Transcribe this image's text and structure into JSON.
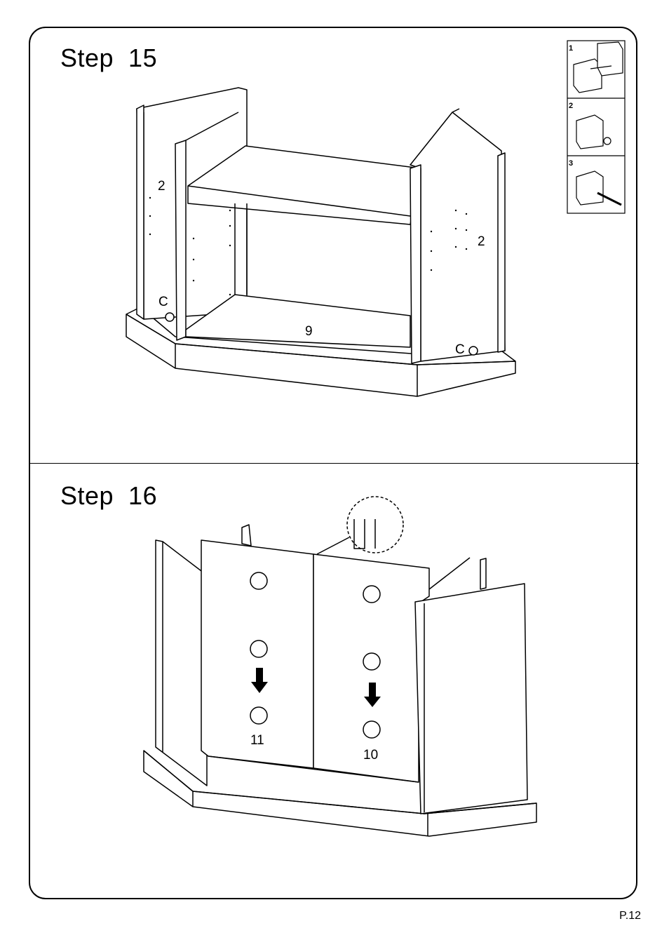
{
  "steps": [
    {
      "title": "Step  15",
      "part_labels": {
        "left_side": "2",
        "right_side": "2",
        "bottom": "9",
        "cam_left": "C",
        "cam_right": "C"
      },
      "detail_panels": [
        "1",
        "2",
        "3"
      ]
    },
    {
      "title": "Step  16",
      "part_labels": {
        "left_back": "11",
        "right_back": "10"
      }
    }
  ],
  "page_number": "P.12"
}
